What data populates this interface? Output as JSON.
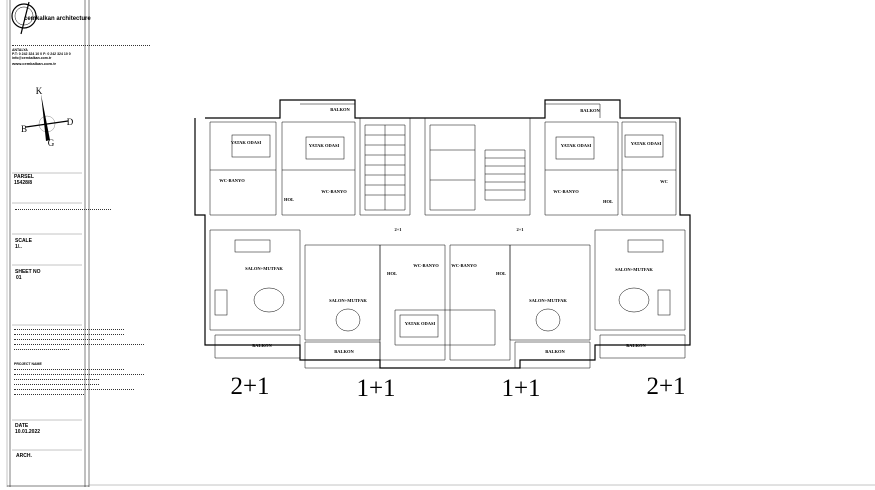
{
  "title_block": {
    "firm_name": "cemkalkan architecture",
    "contact_line_1": "ANTALYA",
    "contact_line_2": "P.T: 0 242 324 10 0  F: 0 242 324 10 0",
    "contact_line_3": "info@cemkalkan.com.tr",
    "website": "www.cemkalkan.com.tr",
    "compass": {
      "north": "K",
      "south": "G",
      "east": "D",
      "west": "B"
    },
    "parcel_label": "PARSEL",
    "parcel_value": "15428/8",
    "scale_label": "SCALE",
    "scale_value": "1/..",
    "sheet_label": "SHEET NO",
    "sheet_value": "01",
    "project_label": "PROJECT NAME",
    "date_label": "DATE",
    "date_value": "10.01.2022",
    "arch_label": "ARCH."
  },
  "plan": {
    "units": [
      "2+1",
      "1+1",
      "1+1",
      "2+1"
    ],
    "stair_tags": [
      "2+1",
      "2+1"
    ],
    "rooms": {
      "l_bed1": "YATAK ODASI",
      "l_bed2": "YATAK ODASI",
      "l_bath1": "WC-BANYO",
      "l_bath2": "WC-BANYO",
      "l_hall": "HOL",
      "l_balcony_top": "BALKON",
      "l_living": "SALON+MUTFAK",
      "l_balcony": "BALKON",
      "m1_living": "SALON+MUTFAK",
      "m1_bath": "WC-BANYO",
      "m1_hall": "HOL",
      "m1_bed": "YATAK ODASI",
      "m1_balcony": "BALKON",
      "m2_living": "SALON+MUTFAK",
      "m2_bath": "WC-BANYO",
      "m2_hall": "HOL",
      "m2_balcony": "BALKON",
      "r_bed1": "YATAK ODASI",
      "r_bed2": "YATAK ODASI",
      "r_bath": "WC-BANYO",
      "r_wc": "WC",
      "r_hall": "HOL",
      "r_balcony_top": "BALKON",
      "r_living": "SALON+MUTFAK",
      "r_balcony": "BALKON"
    }
  }
}
